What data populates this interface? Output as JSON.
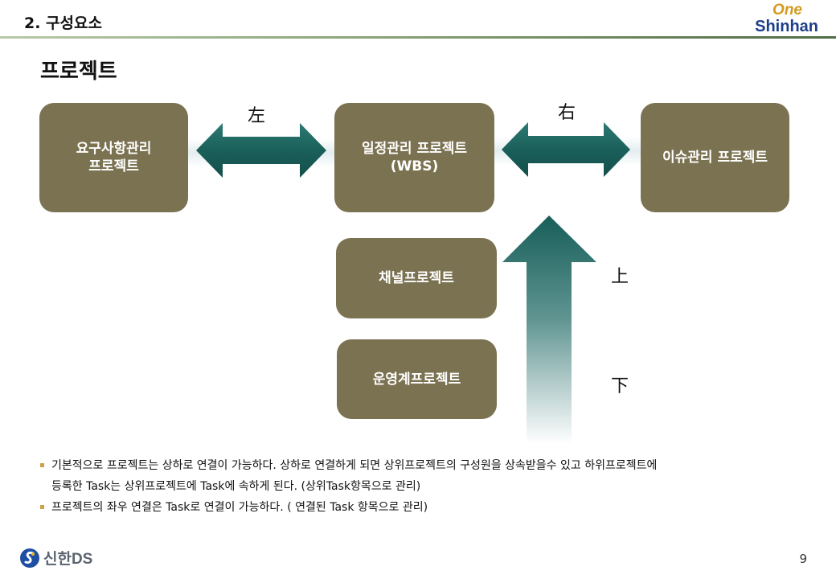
{
  "header": {
    "section_title": "2. 구성요소",
    "brand_one": "One",
    "brand_name": "Shinhan"
  },
  "page_title": "프로젝트",
  "diagram": {
    "boxes": {
      "requirements": "요구사항관리\n프로젝트",
      "schedule": "일정관리 프로젝트\n(WBS)",
      "issue": "이슈관리 프로젝트",
      "channel": "채널프로젝트",
      "operation": "운영계프로젝트"
    },
    "hanja": {
      "left": "左",
      "right": "右",
      "up": "上",
      "down": "下"
    },
    "colors": {
      "box": "#7b7252",
      "arrow": "#1f6a66"
    }
  },
  "notes": {
    "line1": "기본적으로 프로젝트는 상하로 연결이 가능하다. 상하로 연결하게 되면 상위프로젝트의 구성원을 상속받을수 있고 하위프로젝트에",
    "line1_cont": "등록한 Task는 상위프로젝트에 Task에 속하게 된다. (상위Task항목으로 관리)",
    "line2": "프로젝트의 좌우 연결은 Task로 연결이 가능하다. ( 연결된 Task 항목으로 관리)"
  },
  "footer": {
    "company": "신한DS",
    "page_number": "9"
  }
}
